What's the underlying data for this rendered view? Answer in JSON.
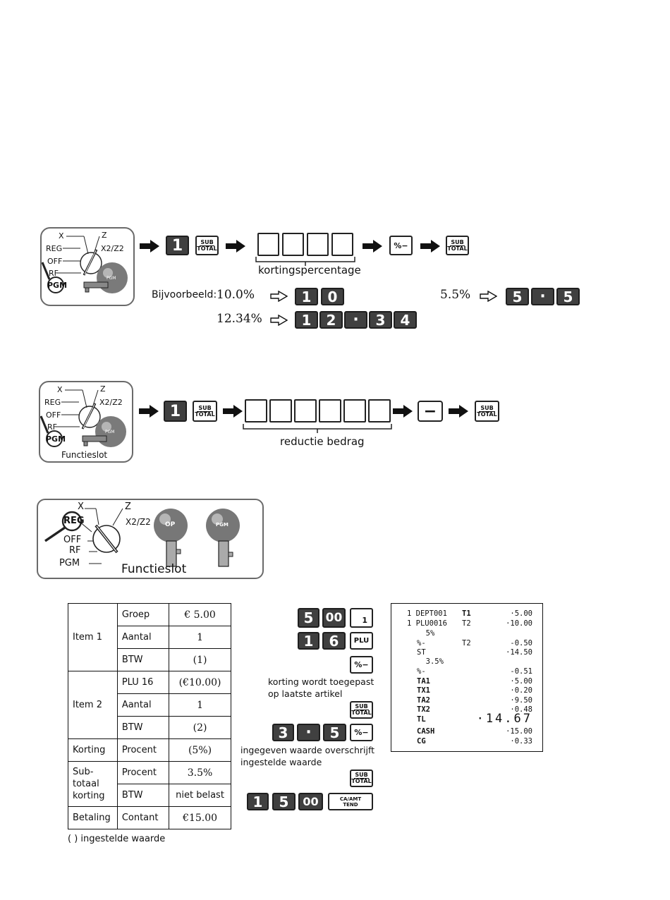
{
  "lock_diagram": {
    "x": "X",
    "z": "Z",
    "x2z2": "X2/Z2",
    "reg": "REG",
    "off": "OFF",
    "rf": "RF",
    "pgm": "PGM",
    "key_pgm": "PGM",
    "key_op": "OP",
    "caption": "Functieslot"
  },
  "keys": {
    "one": "1",
    "zero": "0",
    "two": "2",
    "three": "3",
    "four": "4",
    "five": "5",
    "six": "6",
    "dot": "·",
    "double_zero": "00",
    "sub_top": "SUB",
    "sub_bottom": "TOTAL",
    "pct_minus": "%−",
    "minus": "−",
    "plu": "PLU",
    "ca_top": "CA/AMT",
    "ca_bottom": "TEND"
  },
  "section1": {
    "bracket_label": "kortingspercentage",
    "example_label": "Bijvoorbeeld:",
    "ex1_value": "10.0%",
    "ex2_value": "5.5%",
    "ex3_value": "12.34%"
  },
  "section2": {
    "bracket_label": "reductie bedrag"
  },
  "input_table": {
    "rows": [
      {
        "group": "Item 1",
        "field": "Groep",
        "value": "€ 5.00"
      },
      {
        "group": "",
        "field": "Aantal",
        "value": "1"
      },
      {
        "group": "",
        "field": "BTW",
        "value": "(1)"
      },
      {
        "group": "Item 2",
        "field": "PLU 16",
        "value": "(€10.00)"
      },
      {
        "group": "",
        "field": "Aantal",
        "value": "1"
      },
      {
        "group": "",
        "field": "BTW",
        "value": "(2)"
      },
      {
        "group": "Korting",
        "field": "Procent",
        "value": "(5%)"
      },
      {
        "group": "Sub-totaal korting",
        "field": "Procent",
        "value": "3.5%"
      },
      {
        "group": "",
        "field": "BTW",
        "value": "niet belast"
      },
      {
        "group": "Betaling",
        "field": "Contant",
        "value": "€15.00"
      }
    ],
    "group_item1": "Item 1",
    "group_item2": "Item 2",
    "group_korting": "Korting",
    "group_sub_l1": "Sub-",
    "group_sub_l2": "totaal",
    "group_sub_l3": "korting",
    "group_betaling": "Betaling",
    "footnote": "( ) ingestelde waarde"
  },
  "procedure": {
    "note1_l1": "korting wordt toegepast",
    "note1_l2": "op laatste artikel",
    "note2_l1": "ingegeven waarde overschrijft",
    "note2_l2": "ingestelde waarde"
  },
  "receipt": {
    "lines": [
      {
        "qty": "1",
        "name": "DEPT001",
        "tax": "T1",
        "amount": "·5.00"
      },
      {
        "qty": "1",
        "name": "PLU0016",
        "tax": "T2",
        "amount": "·10.00"
      },
      {
        "qty": "",
        "name": "  5%",
        "tax": "",
        "amount": ""
      },
      {
        "qty": "",
        "name": "%-",
        "tax": "T2",
        "amount": "-0.50"
      },
      {
        "qty": "",
        "name": "ST",
        "tax": "",
        "amount": "·14.50"
      },
      {
        "qty": "",
        "name": "  3.5%",
        "tax": "",
        "amount": ""
      },
      {
        "qty": "",
        "name": "%-",
        "tax": "",
        "amount": "-0.51"
      },
      {
        "qty": "",
        "name": "TA1",
        "tax": "",
        "amount": "·5.00"
      },
      {
        "qty": "",
        "name": "TX1",
        "tax": "",
        "amount": "·0.20"
      },
      {
        "qty": "",
        "name": "TA2",
        "tax": "",
        "amount": "·9.50"
      },
      {
        "qty": "",
        "name": "TX2",
        "tax": "",
        "amount": "·0.48"
      },
      {
        "qty": "",
        "name": "TL",
        "tax": "",
        "amount": "·14.67"
      },
      {
        "qty": "",
        "name": "CASH",
        "tax": "",
        "amount": "·15.00"
      },
      {
        "qty": "",
        "name": "CG",
        "tax": "",
        "amount": "·0.33"
      }
    ]
  }
}
